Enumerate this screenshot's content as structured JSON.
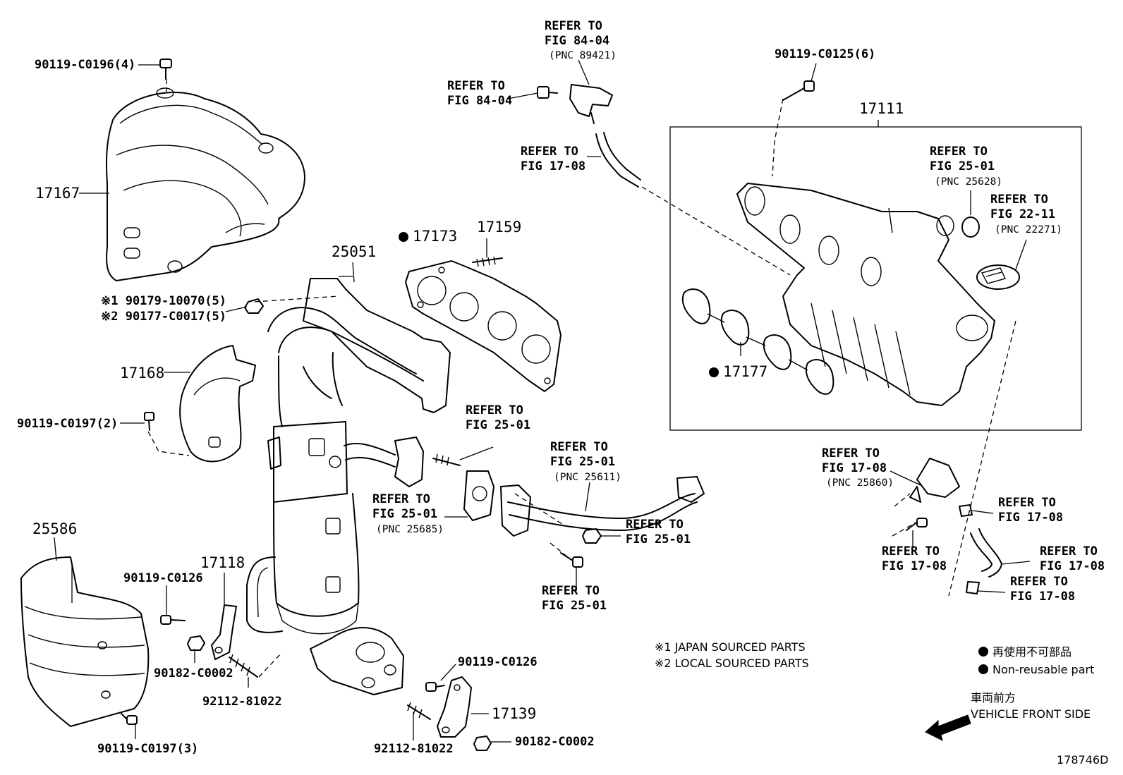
{
  "labels": {
    "p90119_c0196": "90119-C0196(4)",
    "p17167": "17167",
    "p90179": "※1 90179-10070(5)",
    "p90177": "※2 90177-C0017(5)",
    "p17168": "17168",
    "p90119_c0197_2": "90119-C0197(2)",
    "p25586": "25586",
    "p90119_c0126_a": "90119-C0126",
    "p90182_c0002_a": "90182-C0002",
    "p17118": "17118",
    "p92112_a": "92112-81022",
    "p90119_c0197_3": "90119-C0197(3)",
    "p92112_b": "92112-81022",
    "p90119_c0126_b": "90119-C0126",
    "p17139": "17139",
    "p90182_c0002_b": "90182-C0002",
    "p25051": "25051",
    "p17173": "17173",
    "p17159": "17159",
    "p90119_c0125": "90119-C0125(6)",
    "p17111": "17111",
    "p17177": "17177"
  },
  "refers": {
    "r_84_04_top": "REFER TO\nFIG 84-04",
    "r_84_04_top_pnc": "(PNC 89421)",
    "r_84_04_side": "REFER TO\nFIG 84-04",
    "r_17_08_hose": "REFER TO\nFIG 17-08",
    "r_25_01_ring": "REFER TO\nFIG 25-01",
    "r_25_01_ring_pnc": "(PNC 25628)",
    "r_22_11": "REFER TO\nFIG 22-11",
    "r_22_11_pnc": "(PNC 22271)",
    "r_25_01_stud": "REFER TO\nFIG 25-01",
    "r_25_01_pipe": "REFER TO\nFIG 25-01",
    "r_25_01_pipe_pnc": "(PNC 25611)",
    "r_25_01_gasket": "REFER TO\nFIG 25-01",
    "r_25_01_gasket_pnc": "(PNC 25685)",
    "r_25_01_nut": "REFER TO\nFIG 25-01",
    "r_25_01_bolt": "REFER TO\nFIG 25-01",
    "r_17_08_vsv": "REFER TO\nFIG 17-08",
    "r_17_08_vsv_pnc": "(PNC 25860)",
    "r_17_08_clip1": "REFER TO\nFIG 17-08",
    "r_17_08_bolt": "REFER TO\nFIG 17-08",
    "r_17_08_hose2": "REFER TO\nFIG 17-08",
    "r_17_08_clip2": "REFER TO\nFIG 17-08"
  },
  "notes": {
    "japan": "※1 JAPAN SOURCED PARTS",
    "local": "※2 LOCAL SOURCED PARTS",
    "nonreusable_jp": "再使用不可部品",
    "nonreusable_en": "Non-reusable part",
    "front_jp": "車両前方",
    "front_en": "VEHICLE FRONT SIDE",
    "figure_id": "178746D"
  },
  "colors": {
    "ink": "#000000",
    "paper": "#ffffff"
  },
  "icons": [
    "non-reusable-dot-icon",
    "vehicle-front-arrow-icon"
  ]
}
